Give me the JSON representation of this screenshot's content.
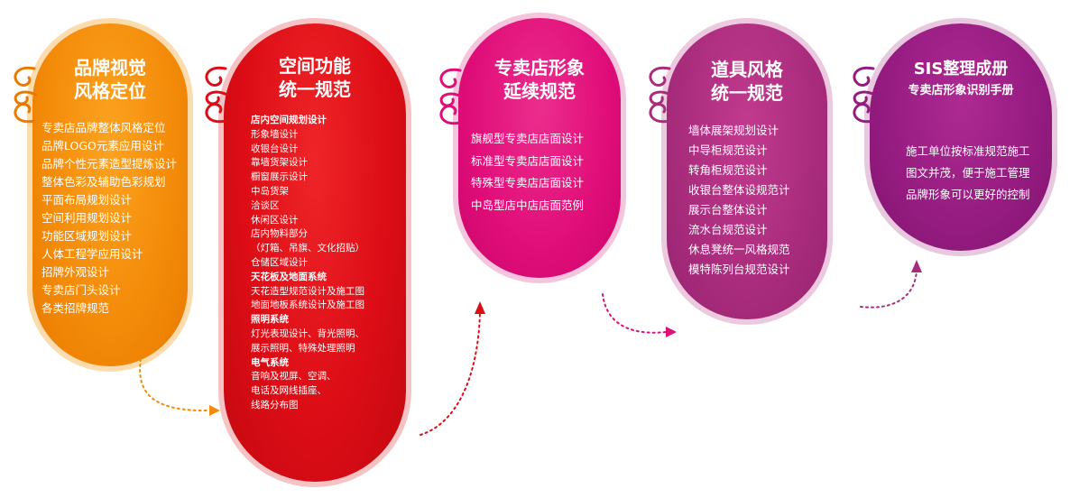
{
  "stages": [
    {
      "title_lines": [
        "品牌视觉",
        "风格定位"
      ],
      "color": "#f38a08",
      "items": [
        "专卖店品牌整体风格定位",
        "品牌LOGO元素应用设计",
        "品牌个性元素造型提炼设计",
        "整体色彩及辅助色彩规划",
        "平面布局规划设计",
        "空间利用规划设计",
        "功能区域规划设计",
        "人体工程学应用设计",
        "招牌外观设计",
        "专卖店门头设计",
        "各类招牌规范"
      ]
    },
    {
      "title_lines": [
        "空间功能",
        "统一规范"
      ],
      "color": "#dd0d16",
      "sections": [
        {
          "heading": "店内空间规划设计",
          "items": [
            "形象墙设计",
            "收银台设计",
            "靠墙货架设计",
            "橱窗展示设计",
            "中岛货架",
            "洽谈区",
            "休闲区设计",
            "店内物料部分",
            "（灯箱、吊旗、文化招贴）",
            "仓储区域设计"
          ]
        },
        {
          "heading": "天花板及地面系统",
          "items": [
            "天花造型规范设计及施工图",
            "地面地板系统设计及施工图"
          ]
        },
        {
          "heading": "照明系统",
          "items": [
            "灯光表现设计、背光照明、",
            "展示照明、特殊处理照明"
          ]
        },
        {
          "heading": "电气系统",
          "items": [
            "音响及视屏、空调、",
            "电话及网线插座、",
            "线路分布图"
          ]
        }
      ]
    },
    {
      "title_lines": [
        "专卖店形象",
        "延续规范"
      ],
      "color": "#e00d78",
      "items": [
        "旗舰型专卖店店面设计",
        "标准型专卖店店面设计",
        "特殊型专卖店店面设计",
        "中岛型店中店店面范例"
      ]
    },
    {
      "title_lines": [
        "道具风格",
        "统一规范"
      ],
      "color": "#a92c7c",
      "items": [
        "墙体展架规划设计",
        "中导柜规范设计",
        "转角柜规范设计",
        "收银台整体设规范计",
        "展示台整体设计",
        "流水台规范设计",
        "休息凳统一风格规范",
        "模特陈列台规范设计"
      ]
    },
    {
      "title_lines": [
        "SIS整理成册"
      ],
      "subtitle": "专卖店形象识别手册",
      "color": "#951b80",
      "items": [
        "施工单位按标准规范施工",
        "图文并茂，便于施工管理",
        "品牌形象可以更好的控制"
      ]
    }
  ],
  "arrow_colors": [
    "#f38a08",
    "#dd0d16",
    "#e00d78",
    "#a92c7c"
  ]
}
